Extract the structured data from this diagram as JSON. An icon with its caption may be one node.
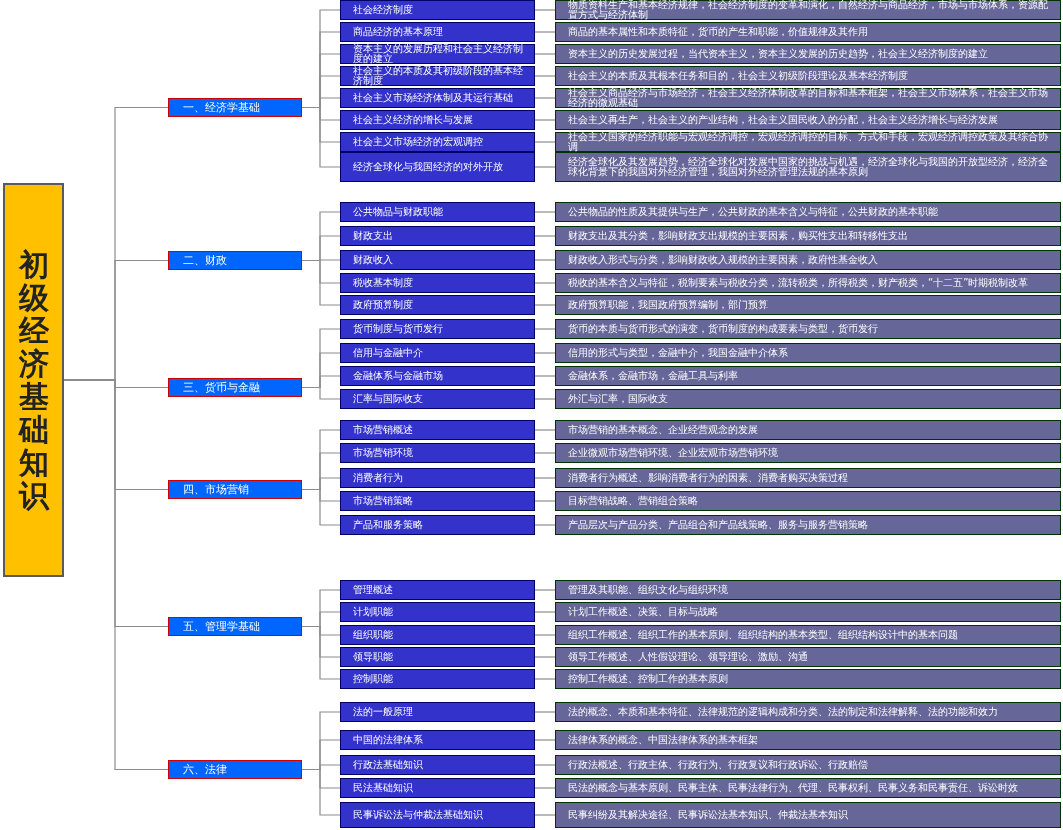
{
  "diagram": {
    "nodes": [
      {
        "text": [
          "初级经济基础知识"
        ]
      },
      {
        "text": [
          "一、经济学基础"
        ]
      },
      {
        "text": [
          "社会经济制度"
        ]
      },
      {
        "text": [
          "物质资料生产和基本经济规律，社会经济制度的变革和演化，自然经济与商品经济，市场与市场体系，资源配置方式与经济体制"
        ]
      },
      {
        "text": [
          "商品经济的基本原理"
        ]
      },
      {
        "text": [
          "商品的基本属性和本质特征，货币的产生和职能，价值规律及其作用"
        ]
      },
      {
        "text": [
          "资本主义的发展历程和社会主义经济制度的建立"
        ]
      },
      {
        "text": [
          "资本主义的历史发展过程，当代资本主义，资本主义发展的历史趋势，社会主义经济制度的建立"
        ]
      },
      {
        "text": [
          "社会主义的本质及其初级阶段的基本经济制度"
        ]
      },
      {
        "text": [
          "社会主义的本质及其根本任务和目的，社会主义初级阶段理论及基本经济制度"
        ]
      },
      {
        "text": [
          "社会主义市场经济体制及其运行基础"
        ]
      },
      {
        "text": [
          "社会主义商品经济与市场经济，社会主义经济体制改革的目标和基本框架，社会主义市场体系，社会主义市场经济的微观基础"
        ]
      },
      {
        "text": [
          "社会主义经济的增长与发展"
        ]
      },
      {
        "text": [
          "社会主义再生产，社会主义的产业结构，社会主义国民收入的分配，社会主义经济增长与经济发展"
        ]
      },
      {
        "text": [
          "社会主义市场经济的宏观调控"
        ]
      },
      {
        "text": [
          "社会主义国家的经济职能与宏观经济调控，宏观经济调控的目标、方式和手段，宏观经济调控政策及其综合协调"
        ]
      },
      {
        "text": [
          "经济全球化与我国经济的对外开放"
        ]
      },
      {
        "text": [
          "经济全球化及其发展趋势，经济全球化对发展中国家的挑战与机遇，经济全球化与我国的开放型经济，经济全球化背景下的我国对外经济管理，我国对外经济管理法规的基本原则"
        ]
      },
      {
        "text": [
          "二、财政"
        ]
      },
      {
        "text": [
          "公共物品与财政职能"
        ]
      },
      {
        "text": [
          "公共物品的性质及其提供与生产，公共财政的基本含义与特征，公共财政的基本职能"
        ]
      },
      {
        "text": [
          "财政支出"
        ]
      },
      {
        "text": [
          "财政支出及其分类，影响财政支出规模的主要因素，购买性支出和转移性支出"
        ]
      },
      {
        "text": [
          "财政收入"
        ]
      },
      {
        "text": [
          "财政收入形式与分类，影响财政收入规模的主要因素，政府性基金收入"
        ]
      },
      {
        "text": [
          "税收基本制度"
        ]
      },
      {
        "text": [
          "税收的基本含义与特征，税制要素与税收分类，流转税类，所得税类，财产税类，“十二五”时期税制改革"
        ]
      },
      {
        "text": [
          "政府预算制度"
        ]
      },
      {
        "text": [
          "政府预算职能，我国政府预算编制，部门预算"
        ]
      },
      {
        "text": [
          "三、货币与金融"
        ]
      },
      {
        "text": [
          "货币制度与货币发行"
        ]
      },
      {
        "text": [
          "货币的本质与货币形式的演变，货币制度的构成要素与类型，货币发行"
        ]
      },
      {
        "text": [
          "信用与金融中介"
        ]
      },
      {
        "text": [
          "信用的形式与类型，金融中介，我国金融中介体系"
        ]
      },
      {
        "text": [
          "金融体系与金融市场"
        ]
      },
      {
        "text": [
          "金融体系，金融市场，金融工具与利率"
        ]
      },
      {
        "text": [
          "汇率与国际收支"
        ]
      },
      {
        "text": [
          "外汇与汇率，国际收支"
        ]
      },
      {
        "text": [
          "四、市场营销"
        ]
      },
      {
        "text": [
          "市场营销概述"
        ]
      },
      {
        "text": [
          "市场营销的基本概念、企业经营观念的发展"
        ]
      },
      {
        "text": [
          "市场营销环境"
        ]
      },
      {
        "text": [
          "企业微观市场营销环境、企业宏观市场营销环境"
        ]
      },
      {
        "text": [
          "消费者行为"
        ]
      },
      {
        "text": [
          "消费者行为概述、影响消费者行为的因素、消费者购买决策过程"
        ]
      },
      {
        "text": [
          "市场营销策略"
        ]
      },
      {
        "text": [
          "目标营销战略、营销组合策略"
        ]
      },
      {
        "text": [
          "产品和服务策略"
        ]
      },
      {
        "text": [
          "产品层次与产品分类、产品组合和产品线策略、服务与服务营销策略"
        ]
      },
      {
        "text": [
          "五、管理学基础"
        ]
      },
      {
        "text": [
          "管理概述"
        ]
      },
      {
        "text": [
          "管理及其职能、组织文化与组织环境"
        ]
      },
      {
        "text": [
          "计划职能"
        ]
      },
      {
        "text": [
          "计划工作概述、决策、目标与战略"
        ]
      },
      {
        "text": [
          "组织职能"
        ]
      },
      {
        "text": [
          "组织工作概述、组织工作的基本原则、组织结构的基本类型、组织结构设计中的基本问题"
        ]
      },
      {
        "text": [
          "领导职能"
        ]
      },
      {
        "text": [
          "领导工作概述、人性假设理论、领导理论、激励、沟通"
        ]
      },
      {
        "text": [
          "控制职能"
        ]
      },
      {
        "text": [
          "控制工作概述、控制工作的基本原则"
        ]
      },
      {
        "text": [
          "六、法律"
        ]
      },
      {
        "text": [
          "法的一般原理"
        ]
      },
      {
        "text": [
          "法的概念、本质和基本特征、法律规范的逻辑构成和分类、法的制定和法律解释、法的功能和效力"
        ]
      },
      {
        "text": [
          "中国的法律体系"
        ]
      },
      {
        "text": [
          "法律体系的概念、中国法律体系的基本框架"
        ]
      },
      {
        "text": [
          "行政法基础知识"
        ]
      },
      {
        "text": [
          "行政法概述、行政主体、行政行为、行政复议和行政诉讼、行政赔偿"
        ]
      },
      {
        "text": [
          "民法基础知识"
        ]
      },
      {
        "text": [
          "民法的概念与基本原则、民事主体、民事法律行为、代理、民事权利、民事义务和民事责任、诉讼时效"
        ]
      },
      {
        "text": [
          "民事诉讼法与仲裁法基础知识"
        ]
      },
      {
        "text": [
          "民事纠纷及其解决途径、民事诉讼法基本知识、仲裁法基本知识"
        ]
      }
    ],
    "edges": [
      {
        "from": 0,
        "to": 1,
        "arrow": "none"
      },
      {
        "from": 1,
        "to": 2,
        "arrow": "none"
      },
      {
        "from": 2,
        "to": 3,
        "arrow": "none"
      },
      {
        "from": 1,
        "to": 4,
        "arrow": "none"
      },
      {
        "from": 4,
        "to": 5,
        "arrow": "none"
      },
      {
        "from": 1,
        "to": 6,
        "arrow": "none"
      },
      {
        "from": 6,
        "to": 7,
        "arrow": "none"
      },
      {
        "from": 1,
        "to": 8,
        "arrow": "none"
      },
      {
        "from": 8,
        "to": 9,
        "arrow": "none"
      },
      {
        "from": 1,
        "to": 10,
        "arrow": "none"
      },
      {
        "from": 10,
        "to": 11,
        "arrow": "none"
      },
      {
        "from": 1,
        "to": 12,
        "arrow": "none"
      },
      {
        "from": 12,
        "to": 13,
        "arrow": "none"
      },
      {
        "from": 1,
        "to": 14,
        "arrow": "none"
      },
      {
        "from": 14,
        "to": 15,
        "arrow": "none"
      },
      {
        "from": 1,
        "to": 16,
        "arrow": "none"
      },
      {
        "from": 16,
        "to": 17,
        "arrow": "none"
      },
      {
        "from": 0,
        "to": 18,
        "arrow": "none"
      },
      {
        "from": 18,
        "to": 19,
        "arrow": "none"
      },
      {
        "from": 19,
        "to": 20,
        "arrow": "none"
      },
      {
        "from": 18,
        "to": 21,
        "arrow": "none"
      },
      {
        "from": 21,
        "to": 22,
        "arrow": "none"
      },
      {
        "from": 18,
        "to": 23,
        "arrow": "none"
      },
      {
        "from": 23,
        "to": 24,
        "arrow": "none"
      },
      {
        "from": 18,
        "to": 25,
        "arrow": "none"
      },
      {
        "from": 25,
        "to": 26,
        "arrow": "none"
      },
      {
        "from": 18,
        "to": 27,
        "arrow": "none"
      },
      {
        "from": 27,
        "to": 28,
        "arrow": "none"
      },
      {
        "from": 0,
        "to": 29,
        "arrow": "none"
      },
      {
        "from": 29,
        "to": 30,
        "arrow": "none"
      },
      {
        "from": 30,
        "to": 31,
        "arrow": "none"
      },
      {
        "from": 29,
        "to": 32,
        "arrow": "none"
      },
      {
        "from": 32,
        "to": 33,
        "arrow": "none"
      },
      {
        "from": 29,
        "to": 34,
        "arrow": "none"
      },
      {
        "from": 34,
        "to": 35,
        "arrow": "none"
      },
      {
        "from": 29,
        "to": 36,
        "arrow": "none"
      },
      {
        "from": 36,
        "to": 37,
        "arrow": "none"
      },
      {
        "from": 0,
        "to": 38,
        "arrow": "none"
      },
      {
        "from": 38,
        "to": 39,
        "arrow": "none"
      },
      {
        "from": 39,
        "to": 40,
        "arrow": "none"
      },
      {
        "from": 38,
        "to": 41,
        "arrow": "none"
      },
      {
        "from": 41,
        "to": 42,
        "arrow": "none"
      },
      {
        "from": 38,
        "to": 43,
        "arrow": "none"
      },
      {
        "from": 43,
        "to": 44,
        "arrow": "none"
      },
      {
        "from": 38,
        "to": 45,
        "arrow": "none"
      },
      {
        "from": 45,
        "to": 46,
        "arrow": "none"
      },
      {
        "from": 38,
        "to": 47,
        "arrow": "none"
      },
      {
        "from": 47,
        "to": 48,
        "arrow": "none"
      },
      {
        "from": 0,
        "to": 49,
        "arrow": "none"
      },
      {
        "from": 49,
        "to": 50,
        "arrow": "none"
      },
      {
        "from": 50,
        "to": 51,
        "arrow": "none"
      },
      {
        "from": 49,
        "to": 52,
        "arrow": "none"
      },
      {
        "from": 52,
        "to": 53,
        "arrow": "none"
      },
      {
        "from": 49,
        "to": 54,
        "arrow": "none"
      },
      {
        "from": 54,
        "to": 55,
        "arrow": "none"
      },
      {
        "from": 49,
        "to": 56,
        "arrow": "none"
      },
      {
        "from": 56,
        "to": 57,
        "arrow": "none"
      },
      {
        "from": 49,
        "to": 58,
        "arrow": "none"
      },
      {
        "from": 58,
        "to": 59,
        "arrow": "none"
      },
      {
        "from": 0,
        "to": 60,
        "arrow": "none"
      },
      {
        "from": 60,
        "to": 61,
        "arrow": "none"
      },
      {
        "from": 61,
        "to": 62,
        "arrow": "none"
      },
      {
        "from": 60,
        "to": 63,
        "arrow": "none"
      },
      {
        "from": 63,
        "to": 64,
        "arrow": "none"
      },
      {
        "from": 60,
        "to": 65,
        "arrow": "none"
      },
      {
        "from": 65,
        "to": 66,
        "arrow": "none"
      },
      {
        "from": 60,
        "to": 67,
        "arrow": "none"
      },
      {
        "from": 67,
        "to": 68,
        "arrow": "none"
      },
      {
        "from": 60,
        "to": 69,
        "arrow": "none"
      },
      {
        "from": 69,
        "to": 70,
        "arrow": "none"
      }
    ]
  }
}
